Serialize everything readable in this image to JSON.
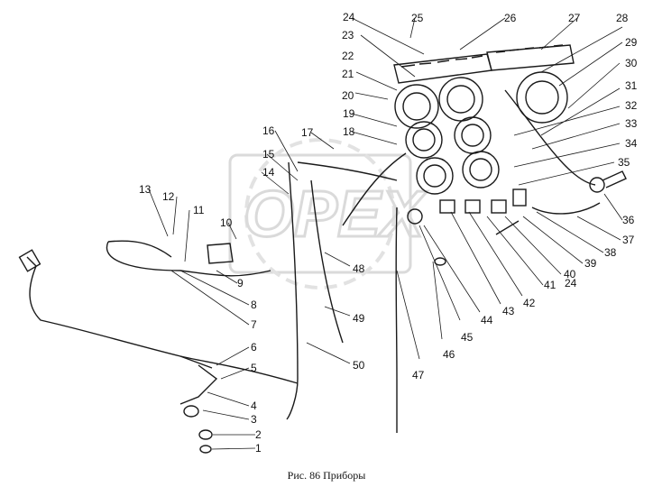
{
  "figure": {
    "caption": "Рис. 86  Приборы",
    "watermark": "OPEX"
  },
  "callouts": [
    "1",
    "2",
    "3",
    "4",
    "5",
    "6",
    "7",
    "8",
    "9",
    "10",
    "11",
    "12",
    "13",
    "14",
    "15",
    "16",
    "17",
    "18",
    "19",
    "20",
    "21",
    "22",
    "23",
    "24",
    "25",
    "26",
    "27",
    "28",
    "29",
    "30",
    "31",
    "32",
    "33",
    "34",
    "35",
    "36",
    "37",
    "38",
    "39",
    "40",
    "41",
    "24",
    "42",
    "43",
    "44",
    "45",
    "46",
    "47",
    "48",
    "49",
    "50"
  ],
  "colors": {
    "ink": "#1a1a1a",
    "watermark": "#d2d2d2"
  }
}
